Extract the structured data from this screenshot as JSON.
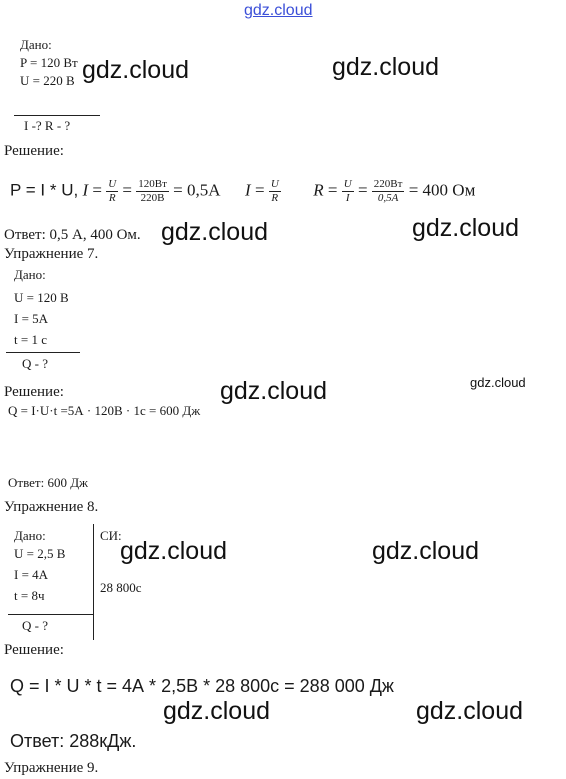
{
  "watermark": "gdz.cloud",
  "task6": {
    "given_title": "Дано:",
    "given": [
      "P = 120 Вт",
      "U = 220 В"
    ],
    "find": "I -? R - ?",
    "solution_label": "Решение:",
    "formula": {
      "p1": "P = I * U,",
      "i_label": "I",
      "u": "U",
      "r": "R",
      "num1": "120Вт",
      "den1": "220В",
      "res1": "= 0,5А",
      "r_label": "R",
      "i": "I",
      "num2": "220Вт",
      "den2": "0,5A",
      "res2": "= 400 Ом"
    },
    "answer": "Ответ: 0,5 А, 400 Ом."
  },
  "ex7": {
    "heading": "Упражнение 7.",
    "given_title": "Дано:",
    "given": [
      "U = 120 В",
      "I = 5А",
      "t = 1 с"
    ],
    "find": "Q - ?",
    "solution_label": "Решение:",
    "formula": "Q = I·U·t =5А · 120В  · 1с = 600 Дж",
    "answer": "Ответ:  600 Дж"
  },
  "ex8": {
    "heading": "Упражнение 8.",
    "given_title": "Дано:",
    "given": [
      "U = 2,5 В",
      "I = 4А",
      "t = 8ч"
    ],
    "si_title": "СИ:",
    "si_value": "28 800с",
    "find": "Q - ?",
    "solution_label": "Решение:",
    "formula": "Q = I * U * t = 4А * 2,5В * 28 800с = 288 000 Дж",
    "answer": "Ответ: 288кДж."
  },
  "ex9": {
    "heading": "Упражнение 9."
  }
}
